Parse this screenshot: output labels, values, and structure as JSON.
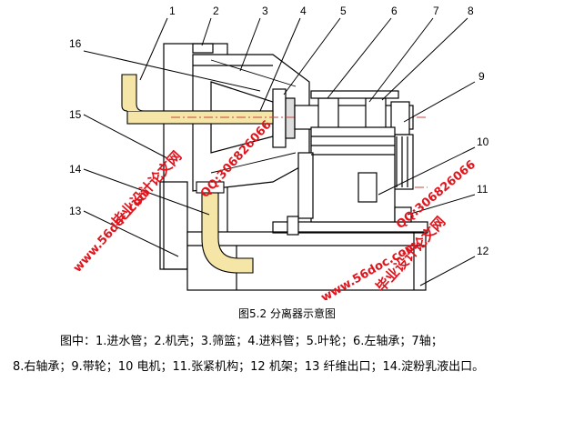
{
  "caption": "图5.2   分离器示意图",
  "legend_line1": "图中：1.进水管；2.机壳；3.筛篮；4.进料管；5.叶轮；6.左轴承；7轴；",
  "legend_line2": "8.右轴承；9.带轮；10 电机；11.张紧机构；12 机架；13 纤维出口；14.淀粉乳液出口。",
  "callouts": [
    "1",
    "2",
    "3",
    "4",
    "5",
    "6",
    "7",
    "8",
    "9",
    "10",
    "11",
    "12",
    "13",
    "14",
    "15",
    "16"
  ],
  "watermarks": {
    "site": "www.56doc.com",
    "brand": "毕业设计论文网",
    "qq": "QQ:306826066"
  },
  "colors": {
    "pipe": "#f5e6a8",
    "line": "#000000",
    "axis": "#c8463c",
    "watermark": "#e0141c"
  }
}
